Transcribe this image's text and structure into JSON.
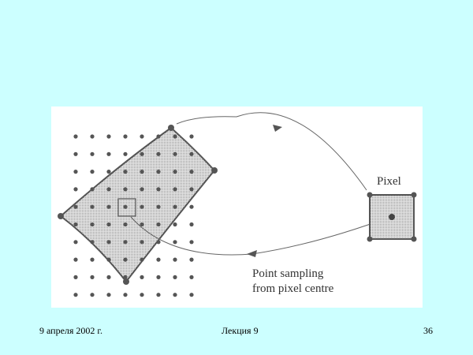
{
  "diagram": {
    "pixel_label": "Pixel",
    "sampling_label_line1": "Point sampling",
    "sampling_label_line2": "from pixel centre",
    "grid_rows": 10,
    "grid_cols": 8,
    "colors": {
      "background": "#ccffff",
      "ink": "#555555",
      "fill": "#d0d0d0"
    }
  },
  "footer": {
    "date": "9 апреля 2002 г.",
    "title": "Лекция 9",
    "page": "36"
  }
}
